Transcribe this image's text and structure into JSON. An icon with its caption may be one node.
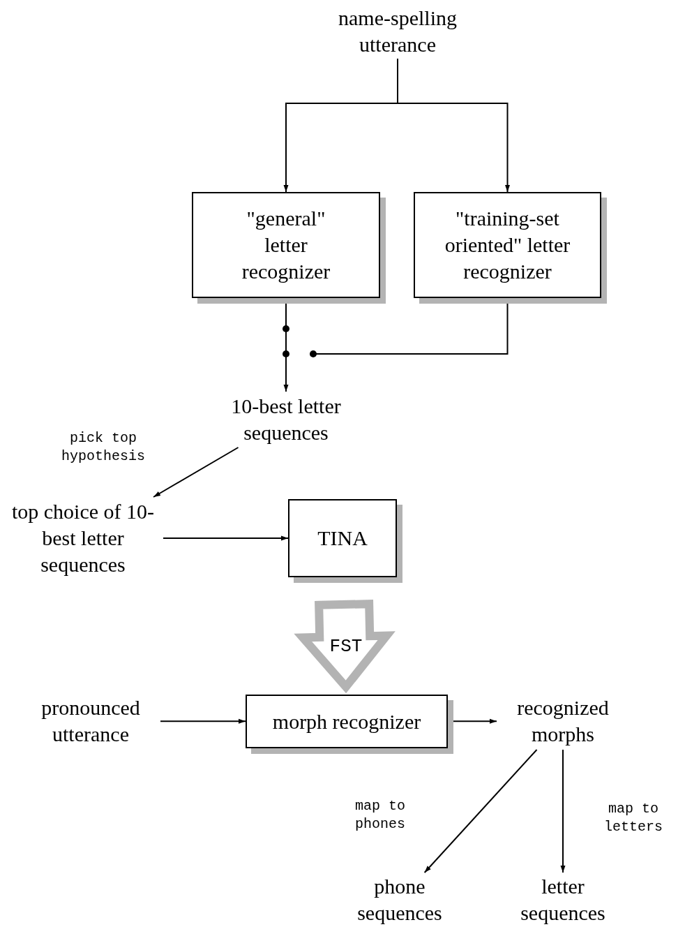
{
  "diagram": {
    "nodes": [
      {
        "text": [
          "name-spelling utterance"
        ]
      },
      {
        "text": [
          "\"general\" letter recognizer"
        ]
      },
      {
        "text": [
          "\"training-set oriented\" letter recognizer"
        ]
      },
      {
        "text": [
          "10-best letter sequences"
        ]
      },
      {
        "text": [
          "top choice of 10-best letter sequences"
        ]
      },
      {
        "text": [
          "TINA"
        ]
      },
      {
        "text": [
          "pronounced utterance"
        ]
      },
      {
        "text": [
          "morph recognizer"
        ]
      },
      {
        "text": [
          "recognized morphs"
        ]
      },
      {
        "text": [
          "phone sequences"
        ]
      },
      {
        "text": [
          "letter sequences"
        ]
      }
    ],
    "edges": [
      {
        "from": 0,
        "to": 1,
        "arrow": "to"
      },
      {
        "from": 0,
        "to": 2,
        "arrow": "to"
      },
      {
        "from": 1,
        "to": 3,
        "arrow": "to"
      },
      {
        "from": 2,
        "to": null,
        "arrow": "other"
      },
      {
        "from": 3,
        "to": 4,
        "arrow": "to",
        "label": "pick top hypothesis"
      },
      {
        "from": 4,
        "to": 5,
        "arrow": "to"
      },
      {
        "from": 5,
        "to": 7,
        "arrow": "to",
        "label": "FST",
        "style": "thick",
        "color": "#b3b3b3"
      },
      {
        "from": 6,
        "to": 7,
        "arrow": "to"
      },
      {
        "from": 7,
        "to": 8,
        "arrow": "to"
      },
      {
        "from": 8,
        "to": 9,
        "arrow": "to",
        "label": "map to phones"
      },
      {
        "from": 8,
        "to": 10,
        "arrow": "to",
        "label": "map to letters"
      }
    ]
  }
}
